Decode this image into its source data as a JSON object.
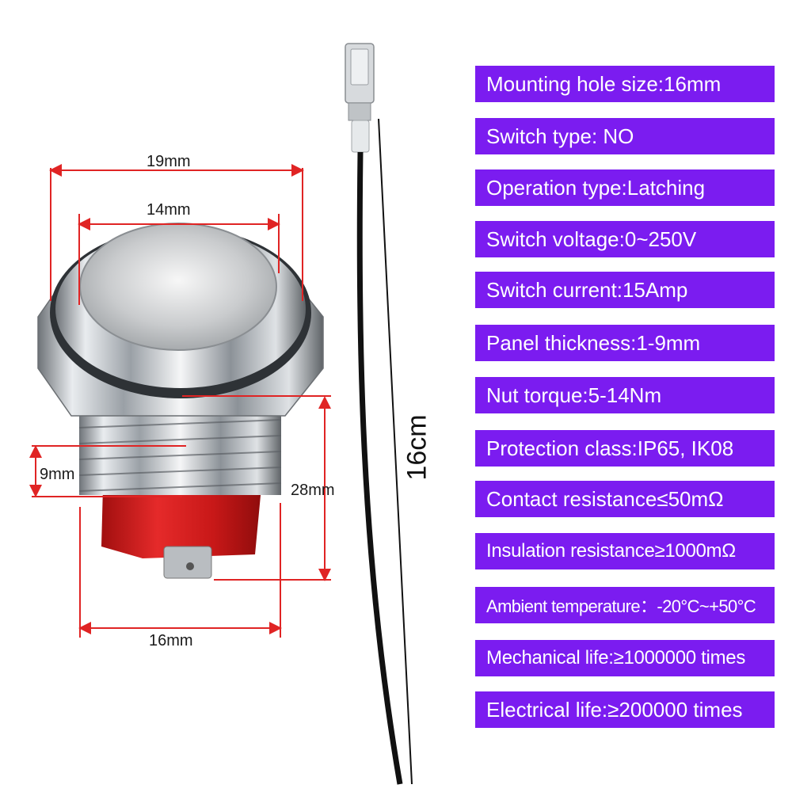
{
  "dimensions": {
    "outer_diameter": "19mm",
    "button_diameter": "14mm",
    "thread_length": "9mm",
    "body_height": "28mm",
    "thread_diameter": "16mm",
    "wire_length": "16cm"
  },
  "specs": [
    {
      "label": "Mounting hole size:16mm"
    },
    {
      "label": "Switch type: NO"
    },
    {
      "label": "Operation type:Latching"
    },
    {
      "label": "Switch voltage:0~250V"
    },
    {
      "label": "Switch current:15Amp"
    },
    {
      "label": "Panel thickness:1-9mm"
    },
    {
      "label": "Nut torque:5-14Nm"
    },
    {
      "label": "Protection class:IP65, IK08"
    },
    {
      "label": "Contact resistance≤50mΩ"
    },
    {
      "label": "Insulation resistance≥1000mΩ"
    },
    {
      "label": "Ambient temperature：-20°C~+50°C"
    },
    {
      "label": "Mechanical life:≥1000000 times"
    },
    {
      "label": "Electrical life:≥200000 times"
    }
  ],
  "colors": {
    "spec_background": "#7b1cf0",
    "dimension_line": "#e02424",
    "wire": "#111111",
    "insulator": "#d81f1f"
  }
}
